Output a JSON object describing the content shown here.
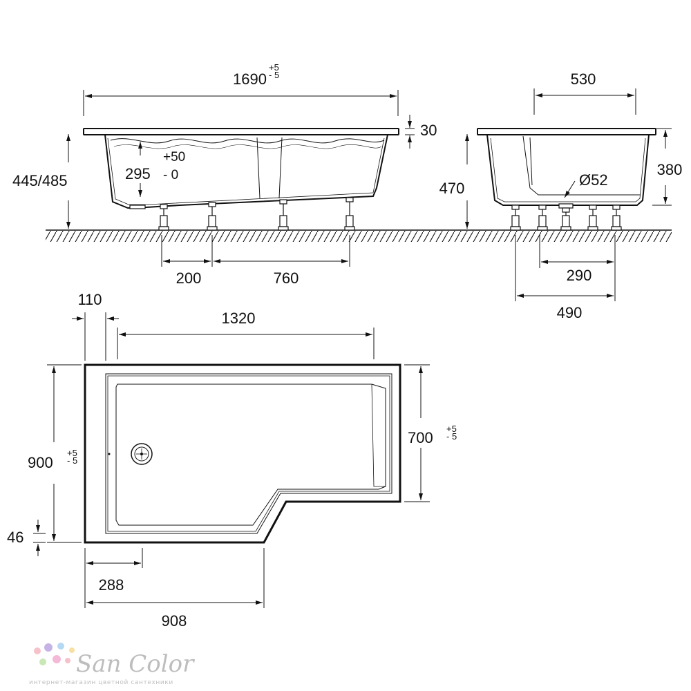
{
  "dimensions": {
    "length": "1690",
    "length_tol_plus": "+5",
    "length_tol_minus": "- 5",
    "rim": "30",
    "height": "445/485",
    "depth": "295",
    "depth_tol_plus": "+50",
    "depth_tol_minus": "- 0",
    "leg_gap": "200",
    "leg_span": "760",
    "width_top": "530",
    "side_height": "470",
    "inner_height": "380",
    "drain": "Ø52",
    "side_leg_gap": "290",
    "side_leg_span": "490",
    "offset": "110",
    "inner_length": "1320",
    "width": "900",
    "width_tol_plus": "+5",
    "width_tol_minus": "- 5",
    "narrow_width": "700",
    "narrow_tol_plus": "+5",
    "narrow_tol_minus": "- 5",
    "rim_width": "46",
    "drain_pos": "288",
    "wide_part": "908"
  },
  "watermark": {
    "brand": "San Color",
    "tagline": "интернет-магазин цветной сантехники",
    "dot_colors": [
      "#f6c1c9",
      "#c6b3e6",
      "#b5d9f2",
      "#f7e0a3",
      "#c9e8b5",
      "#f3b9d6"
    ]
  }
}
